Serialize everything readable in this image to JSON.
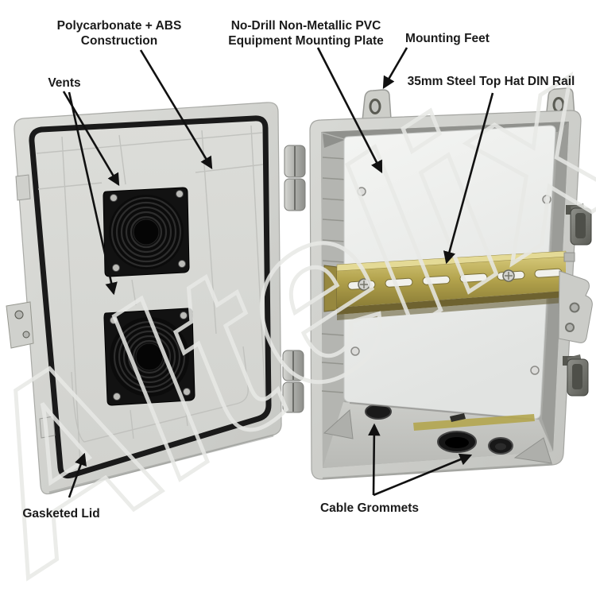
{
  "watermark": "Altelix",
  "labels": {
    "construction_line1": "Polycarbonate + ABS",
    "construction_line2": "Construction",
    "vents": "Vents",
    "mounting_plate_line1": "No-Drill Non-Metallic PVC",
    "mounting_plate_line2": "Equipment Mounting Plate",
    "mounting_feet": "Mounting Feet",
    "din_rail": "35mm Steel Top Hat DIN Rail",
    "gasketed_lid": "Gasketed Lid",
    "cable_grommets": "Cable Grommets"
  },
  "colors": {
    "enclosure_gray": "#d4d5d1",
    "interior_gray": "#a8a9a5",
    "gasket_black": "#1a1a1a",
    "mounting_plate_white": "#f1f2f0",
    "din_rail_brass": "#b1a14b",
    "fan_black": "#121212",
    "label_text": "#1b1b1b",
    "watermark_gray": "#e8e9e6"
  }
}
